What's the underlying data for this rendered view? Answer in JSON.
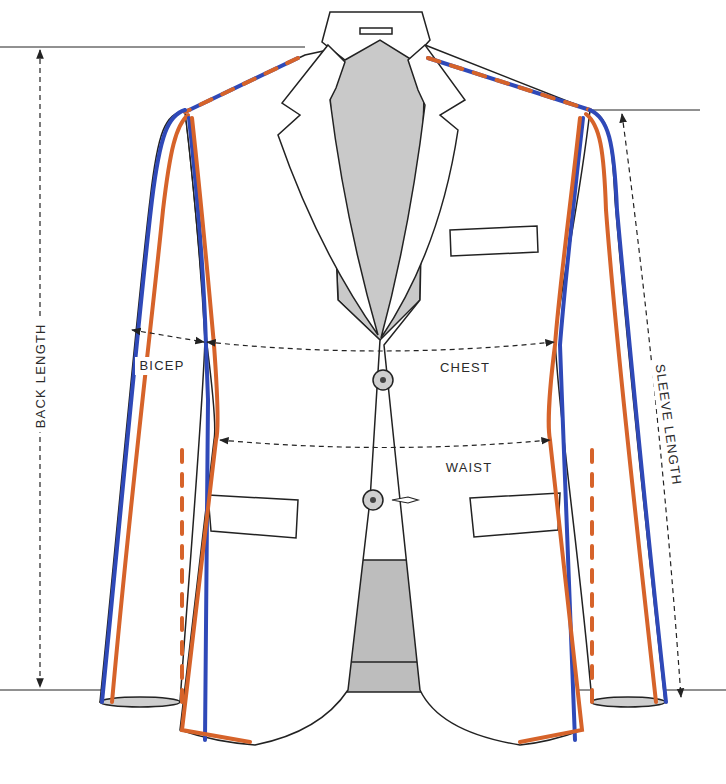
{
  "diagram": {
    "labels": [
      "BACK LENGTH",
      "BICEP",
      "CHEST",
      "WAIST",
      "SLEEVE LENGTH"
    ]
  }
}
